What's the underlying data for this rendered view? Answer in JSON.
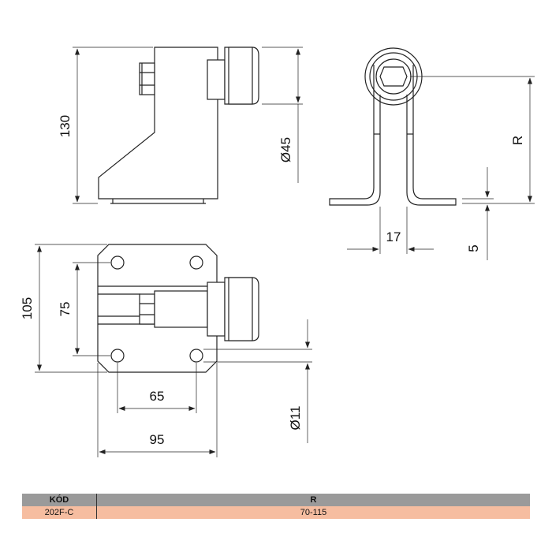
{
  "dimensions": {
    "height_total": "130",
    "roller_diameter": "Ø45",
    "radius": "R",
    "bracket_width": "17",
    "plate_thickness": "5",
    "plate_height": "105",
    "hole_spacing_vertical": "75",
    "hole_spacing_horizontal": "65",
    "plate_width": "95",
    "hole_diameter": "Ø11"
  },
  "table": {
    "headers": [
      "KÓD",
      "R"
    ],
    "rows": [
      [
        "202F-C",
        "70-115"
      ]
    ]
  },
  "colors": {
    "header_bg": "#9a9a9a",
    "row_bg": "#f6bda0",
    "line": "#222222"
  }
}
